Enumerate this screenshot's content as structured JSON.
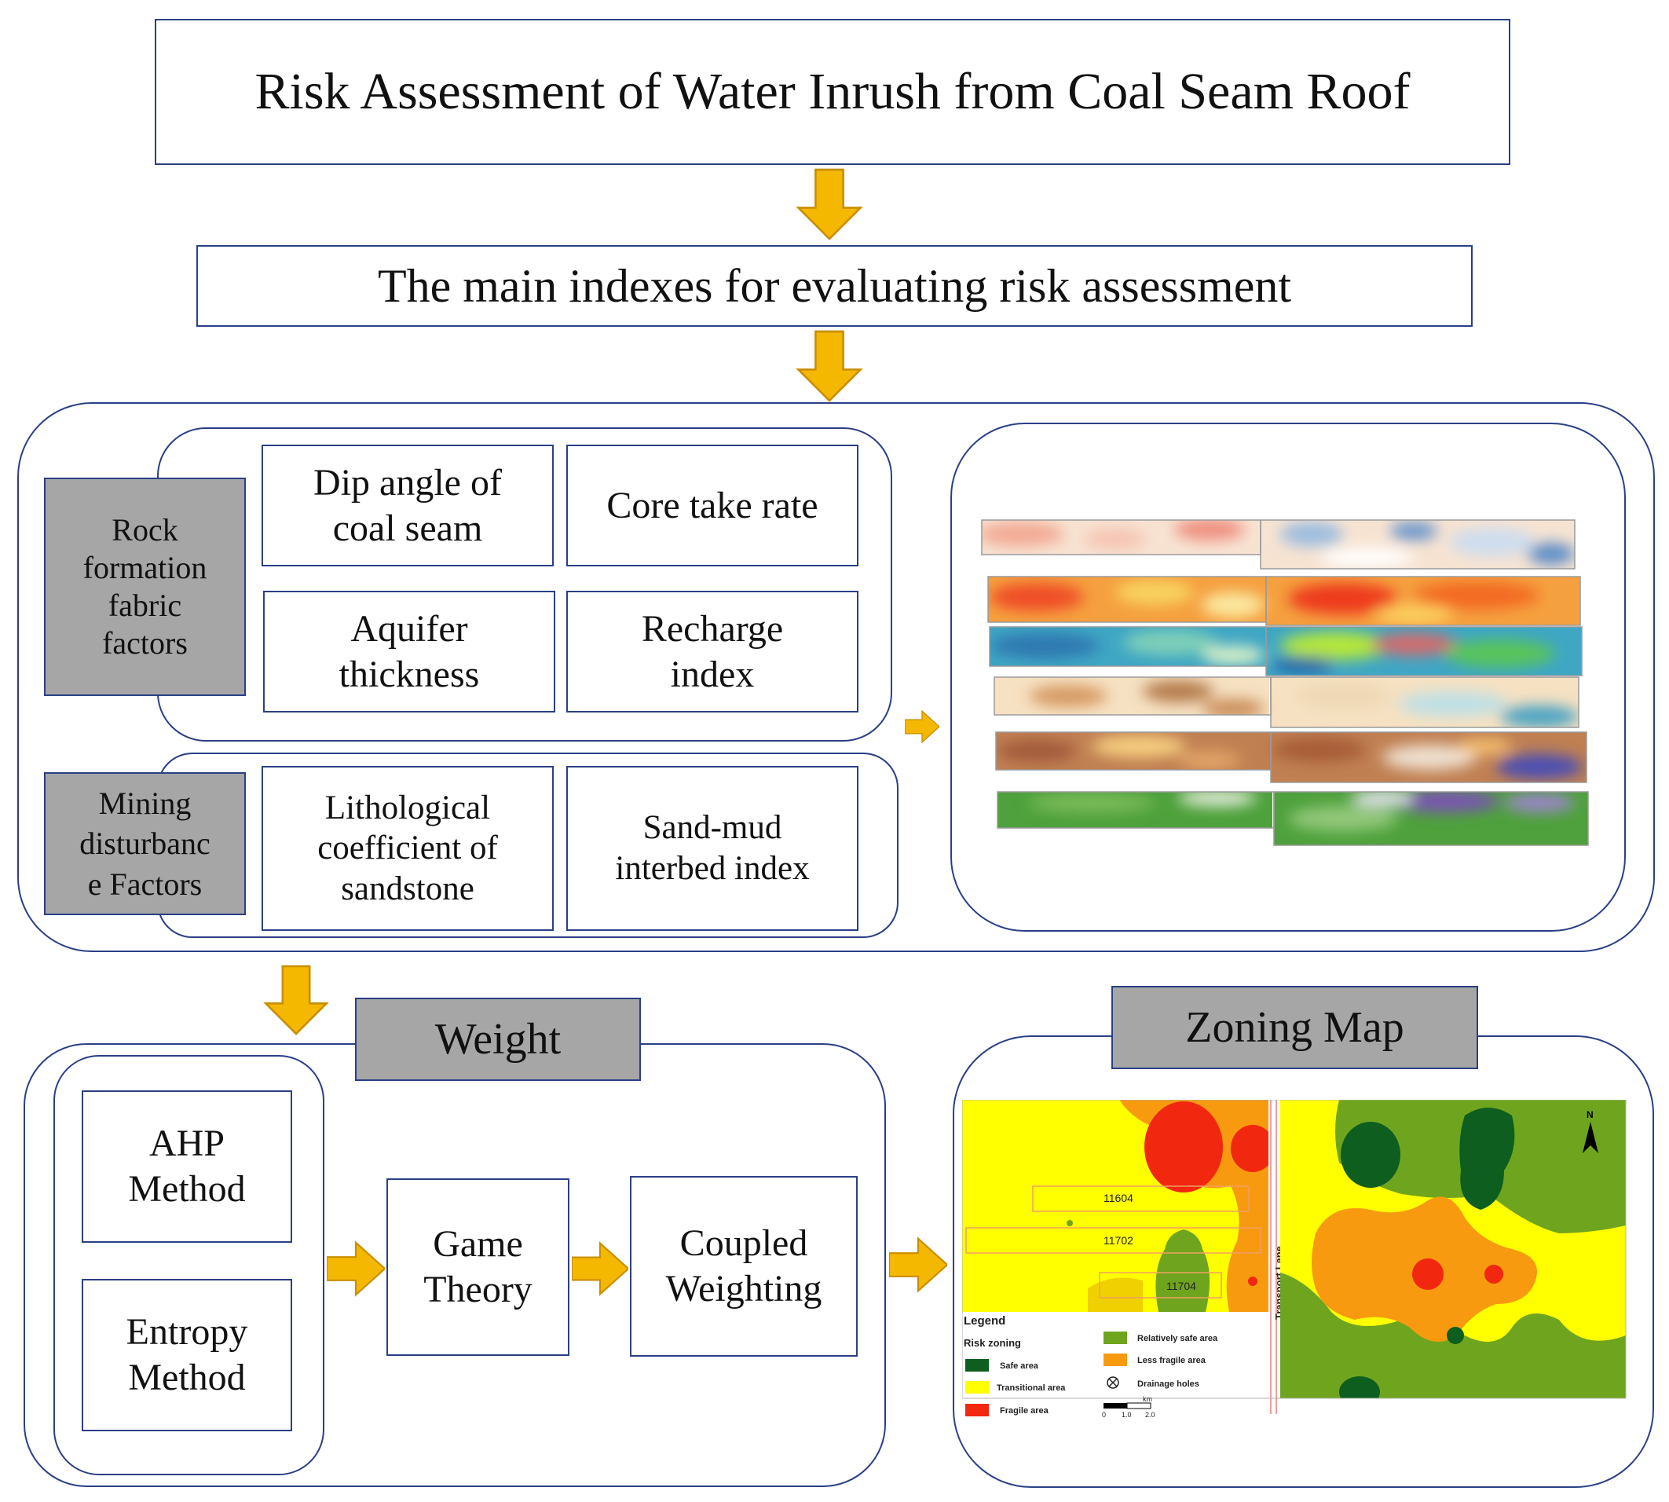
{
  "title": "Risk Assessment of Water Inrush from Coal Seam Roof",
  "indexes_title": "The main indexes for evaluating risk assessment",
  "factors": {
    "rock_label": "Rock\nformation\nfabric\nfactors",
    "mining_label": "Mining\ndisturbanc\ne Factors",
    "dip_angle": "Dip angle of\ncoal seam",
    "core_take_rate": "Core take rate",
    "aquifer_thickness": "Aquifer\nthickness",
    "recharge_index": "Recharge\nindex",
    "lithological": "Lithological\ncoefficient of\nsandstone",
    "sand_mud": "Sand-mud\ninterbed index"
  },
  "weight": {
    "label": "Weight",
    "ahp": "AHP\nMethod",
    "entropy": "Entropy\nMethod",
    "game_theory": "Game\nTheory",
    "coupled": "Coupled\nWeighting"
  },
  "zoning": {
    "label": "Zoning Map",
    "legend_title": "Legend",
    "risk_zoning": "Risk zoning",
    "safe_area": "Safe area",
    "transitional_area": "Transitional area",
    "fragile_area": "Fragile area",
    "relatively_safe_area": "Relatively safe area",
    "less_fragile_area": "Less fragile area",
    "drainage_holes": "Drainage holes",
    "scale_unit": "km",
    "scale_ticks": [
      "0",
      "1.0",
      "2.0"
    ],
    "face_labels": [
      "11604",
      "11702",
      "11704"
    ],
    "transport_lane": "Transport Lane",
    "north": "N"
  },
  "colors": {
    "border": "#2a3f86",
    "arrow": "#f5b800",
    "arrow_stroke": "#c98e00",
    "gray_fill": "#a6a6a6",
    "safe": "#0d5e1f",
    "relatively_safe": "#6fa51e",
    "transitional": "#ffff00",
    "less_fragile": "#f79a10",
    "fragile": "#f22710"
  }
}
